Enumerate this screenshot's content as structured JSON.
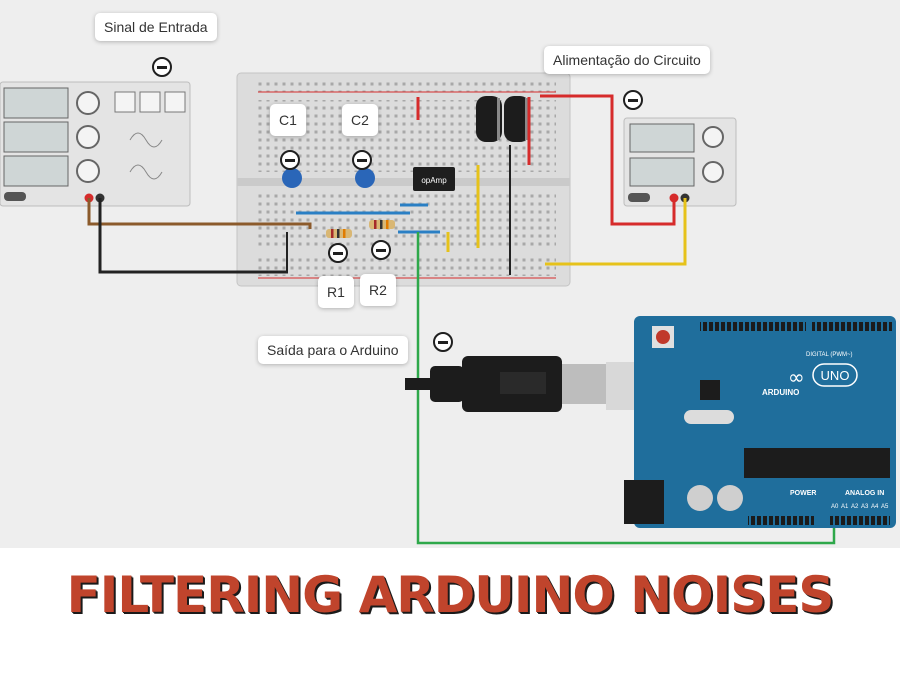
{
  "callouts": {
    "input_signal": "Sinal de Entrada",
    "power_supply": "Alimentação do Circuito",
    "output_arduino": "Saída para o Arduino",
    "c1": "C1",
    "c2": "C2",
    "r1": "R1",
    "r2": "R2"
  },
  "components": {
    "opamp_label": "opAmp",
    "arduino_brand": "ARDUINO",
    "arduino_model": "UNO",
    "digital_header": "DIGITAL (PWM~)",
    "power_header": "POWER",
    "analog_header": "ANALOG IN",
    "analog_pins": [
      "A0",
      "A1",
      "A2",
      "A3",
      "A4",
      "A5"
    ]
  },
  "wire_colors": {
    "signal_positive": "#8b5a2b",
    "ground": "#222222",
    "supply_positive": "#d62b2b",
    "supply_negative": "#e6c21a",
    "output": "#2ea84a"
  },
  "headline": "FILTERING ARDUINO NOISES"
}
